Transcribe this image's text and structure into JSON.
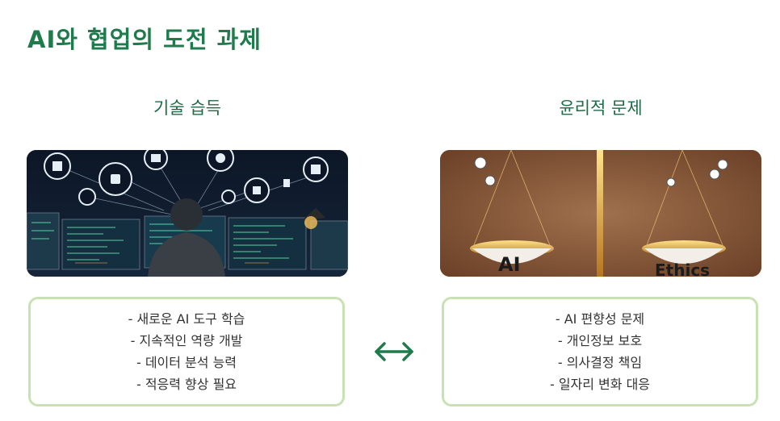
{
  "page": {
    "title": "AI와 협업의 도전 과제"
  },
  "left": {
    "heading": "기술 습득",
    "image_icon": "developer-workstation-illustration",
    "items": [
      "- 새로운 AI 도구 학습",
      "- 지속적인 역량 개발",
      "- 데이터 분석 능력",
      "- 적응력 향상 필요"
    ]
  },
  "right": {
    "heading": "윤리적 문제",
    "image_icon": "balance-scale-illustration",
    "scale_left_label": "AI",
    "scale_right_label": "Ethics",
    "items": [
      "- AI 편향성 문제",
      "- 개인정보 보호",
      "- 의사결정 책임",
      "- 일자리 변화 대응"
    ]
  },
  "center": {
    "arrow_icon": "bidirectional-arrow-icon"
  },
  "colors": {
    "accent": "#1f7a4c",
    "box_border": "#c9e2b3"
  }
}
